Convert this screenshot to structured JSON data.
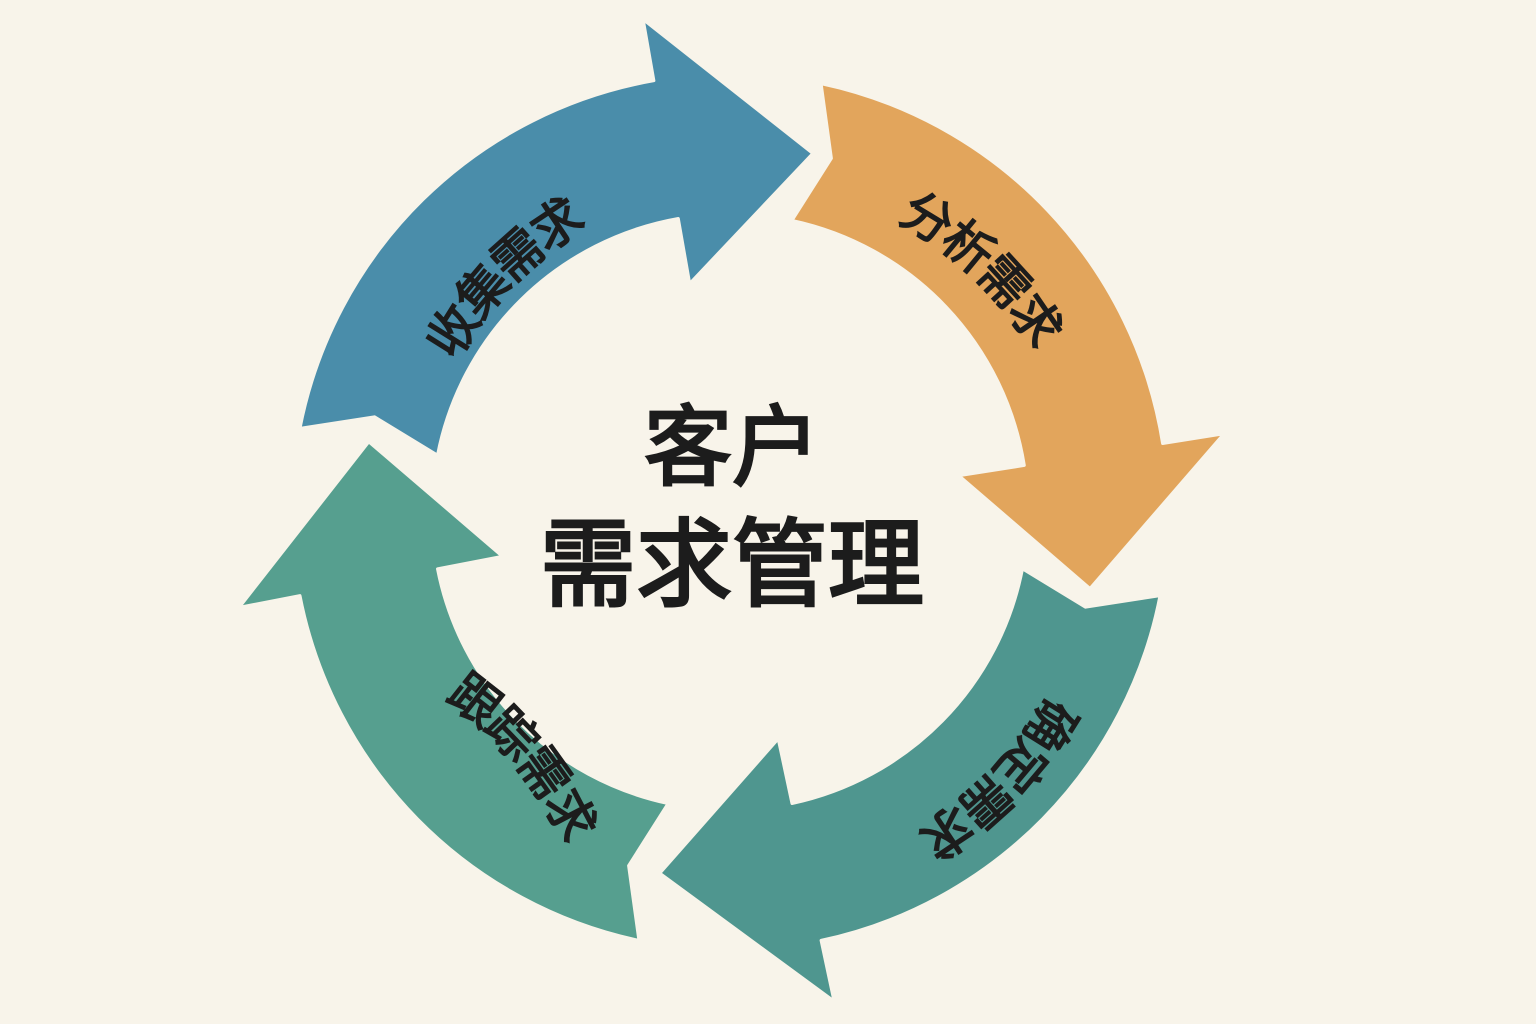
{
  "title": {
    "line1": "客户",
    "line2": "需求管理"
  },
  "steps": [
    {
      "label": "收集需求",
      "color": "#569f8f"
    },
    {
      "label": "分析需求",
      "color": "#4a8daa"
    },
    {
      "label": "确定需求",
      "color": "#e2a55c"
    },
    {
      "label": "跟踪需求",
      "color": "#4f968f"
    }
  ],
  "colors": {
    "background": "#f8f4ea",
    "text": "#1c1c1c"
  }
}
